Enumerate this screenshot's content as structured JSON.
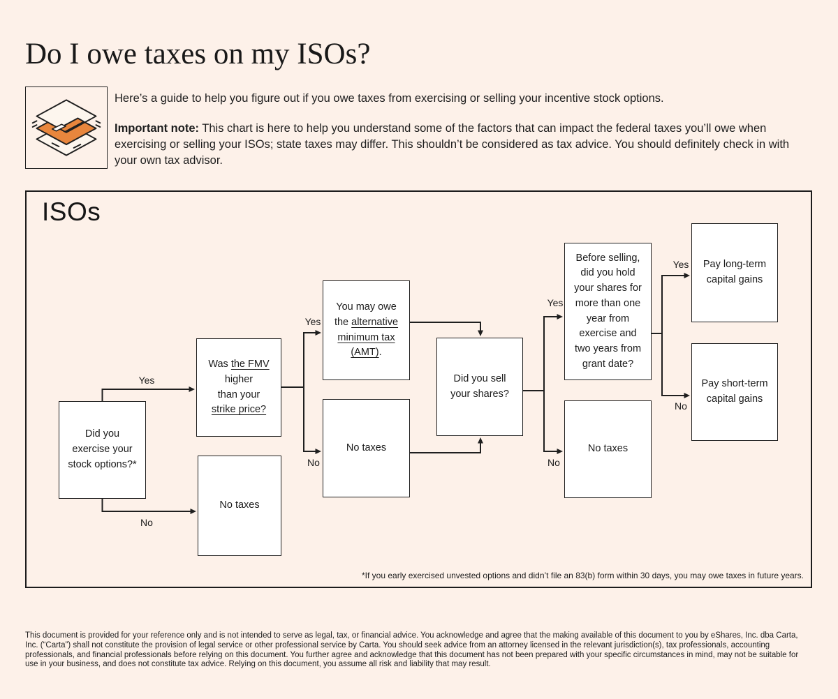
{
  "page": {
    "title": "Do I owe taxes on my ISOs?",
    "intro": "Here’s a guide to help you figure out if you owe taxes from exercising or selling your incentive stock options.",
    "note_label": "Important note:",
    "note_text": " This chart is here to help you understand some of the factors that can impact the federal taxes you’ll owe when exercising or selling your ISOs; state taxes may differ. This shouldn’t be considered as tax advice. You should definitely check in with your own tax advisor.",
    "disclaimer": "This document is provided for your reference only and is not intended to serve as legal, tax, or financial advice. You acknowledge and agree that the making available of this document to you by eShares, Inc. dba Carta, Inc. (“Carta”) shall not constitute the provision of legal service or other professional service by Carta. You should seek advice from an attorney licensed in the relevant jurisdiction(s), tax professionals, accounting professionals, and financial professionals before relying on this document. You further agree and acknowledge that this document has not been prepared with your specific circumstances in mind, may not be suitable for use in your business, and does not constitute tax advice. Relying on this document, you assume all risk and liability that may result."
  },
  "flow": {
    "heading": "ISOs",
    "yes": "Yes",
    "no": "No",
    "footnote": "*If you early exercised unvested options and didn’t file an 83(b) form within 30 days, you may owe taxes in future years.",
    "boxes": {
      "exercise": "Did you exercise your stock options?*",
      "no_taxes_1": "No taxes",
      "fmv": {
        "l1_pre": "Was ",
        "l1_link": "the FMV",
        "l2": "higher",
        "l3": "than your",
        "l4_link": "strike price?"
      },
      "amt": {
        "l1": "You may owe",
        "l2_pre": "the ",
        "l2_link": "alternative",
        "l3_link": "minimum tax",
        "l4_link": "(AMT)",
        "l4_post": "."
      },
      "no_taxes_2": "No taxes",
      "sell": "Did you sell your shares?",
      "hold": "Before selling, did you hold your shares for more than one year from exercise and two years from grant date?",
      "no_taxes_3": "No taxes",
      "long_term": "Pay long-term capital gains",
      "short_term": "Pay short-term capital gains"
    }
  },
  "colors": {
    "background": "#fdf1e9",
    "box_fill": "#ffffff",
    "line": "#1f1f1f",
    "accent_orange": "#e8863d"
  }
}
